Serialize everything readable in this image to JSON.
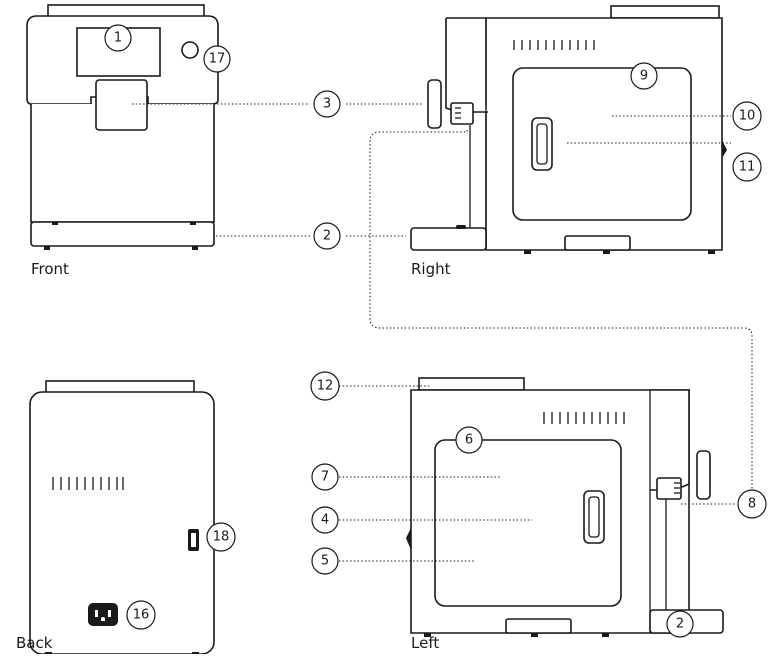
{
  "views": {
    "front": "Front",
    "right": "Right",
    "back": "Back",
    "left": "Left"
  },
  "callouts": {
    "c1": "1",
    "c2a": "2",
    "c2b": "2",
    "c3": "3",
    "c4": "4",
    "c5": "5",
    "c6": "6",
    "c7": "7",
    "c8": "8",
    "c9": "9",
    "c10": "10",
    "c11": "11",
    "c12": "12",
    "c16": "16",
    "c17": "17",
    "c18": "18"
  }
}
